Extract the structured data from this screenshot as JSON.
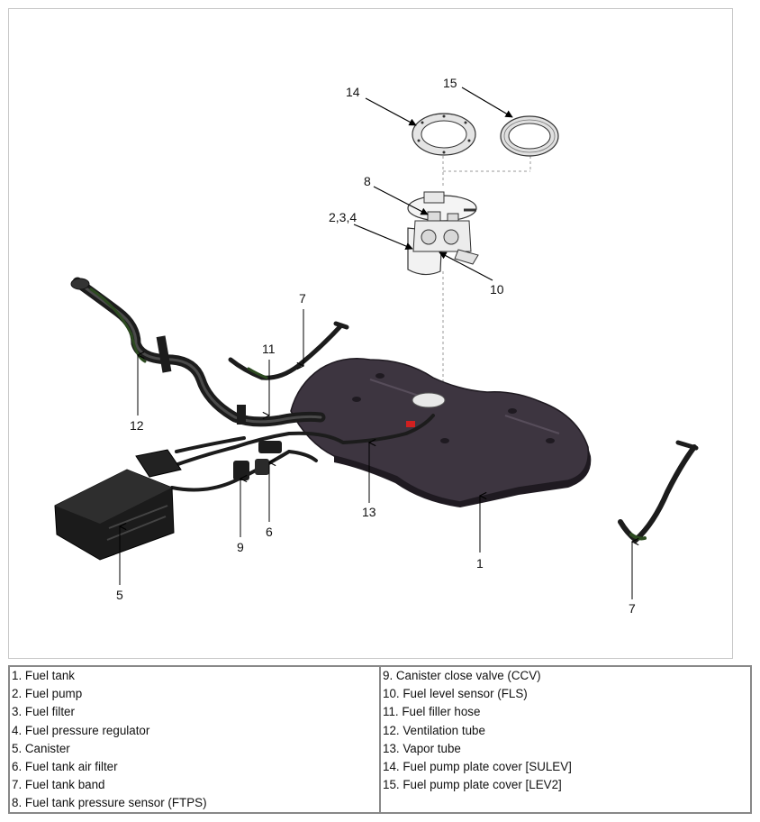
{
  "diagram": {
    "callouts": {
      "c1": "1",
      "c5": "5",
      "c6": "6",
      "c7a": "7",
      "c7b": "7",
      "c8": "8",
      "c9": "9",
      "c10": "10",
      "c11": "11",
      "c12": "12",
      "c13": "13",
      "c14": "14",
      "c15": "15",
      "c234": "2,3,4"
    },
    "colors": {
      "tank": "#3d3540",
      "tank_dark": "#1f1a21",
      "hose": "#1c1c1c",
      "line": "#000000",
      "dashed": "#9a9a9a",
      "connector_red": "#d02020",
      "band_green": "#2c4a20"
    }
  },
  "legend": {
    "left": [
      "1. Fuel tank",
      "2. Fuel pump",
      "3. Fuel filter",
      "4. Fuel pressure regulator",
      "5. Canister",
      "6. Fuel tank air filter",
      "7. Fuel tank band",
      "8. Fuel tank pressure sensor (FTPS)"
    ],
    "right": [
      "9. Canister close valve (CCV)",
      "10. Fuel level sensor (FLS)",
      "11. Fuel filler hose",
      "12. Ventilation tube",
      "13. Vapor tube",
      "14. Fuel pump plate cover [SULEV]",
      "15. Fuel pump plate cover [LEV2]"
    ]
  }
}
